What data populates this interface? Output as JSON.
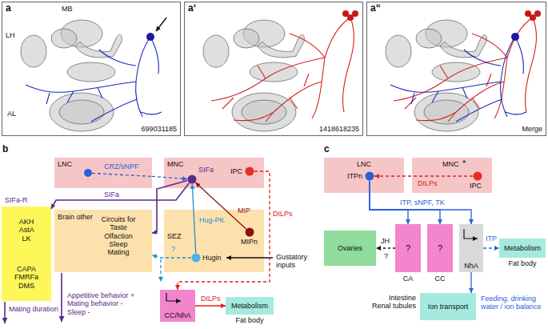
{
  "diagram": {
    "nodes": [
      {
        "text": [
          "a",
          "MB",
          "LH",
          "AL",
          "699031185"
        ]
      },
      {
        "text": [
          "a‘",
          "1418618235"
        ]
      },
      {
        "text": [
          "a“",
          "Merge"
        ]
      },
      {
        "text": [
          "LNC"
        ]
      },
      {
        "text": [
          "MNC"
        ]
      },
      {
        "text": [
          "IPC"
        ],
        "in": 4
      },
      {
        "text": [
          "SIFa"
        ],
        "in": 4
      },
      {
        "text": [
          "SIFa-R",
          "AKH AstA LK",
          "CAPA FMRFa DMS"
        ]
      },
      {
        "text": [
          "Circuits for Taste Olfaction Sleep Mating",
          "Brain other"
        ]
      },
      {
        "text": [
          "SEZ"
        ]
      },
      {
        "text": [
          "MIPn"
        ],
        "in": 9
      },
      {
        "text": [
          "Hugin"
        ],
        "in": 9
      },
      {
        "text": [
          "CC/NhA"
        ]
      },
      {
        "text": [
          "Metabolism",
          "Fat body"
        ]
      },
      {
        "text": [
          "LNC"
        ]
      },
      {
        "text": [
          "ITPn"
        ],
        "in": 14
      },
      {
        "text": [
          "MNC"
        ]
      },
      {
        "text": [
          "IPC"
        ],
        "in": 16
      },
      {
        "text": [
          "Ovaries"
        ]
      },
      {
        "text": [
          "?",
          "CA"
        ]
      },
      {
        "text": [
          "?",
          "CC"
        ]
      },
      {
        "text": [
          "NhA"
        ]
      },
      {
        "text": [
          "Metabolism",
          "Fat body"
        ]
      },
      {
        "text": [
          "Ion transport",
          "Intestine Renal tubules"
        ]
      }
    ],
    "edges": [
      {
        "from": 3,
        "to": 6,
        "arrow": "to",
        "label": "CRZ/sNPF"
      },
      {
        "from": 5,
        "to": 12,
        "arrow": "to",
        "label": "DILPs"
      },
      {
        "from": 10,
        "to": 6,
        "arrow": "to",
        "label": "MIP"
      },
      {
        "from": 11,
        "to": 6,
        "arrow": "to",
        "label": "Hug-PK"
      },
      {
        "from": 6,
        "to": 7,
        "arrow": "to",
        "label": "SIFa"
      },
      {
        "from": 6,
        "to": 8,
        "arrow": "to"
      },
      {
        "from": 11,
        "to": 8,
        "arrow": "to"
      },
      {
        "from": 12,
        "to": 13,
        "arrow": "to",
        "label": "DILPs"
      },
      {
        "from": 17,
        "to": 15,
        "arrow": "to",
        "label": "DILPs"
      },
      {
        "from": 15,
        "to": 19,
        "arrow": "to"
      },
      {
        "from": 15,
        "to": 20,
        "arrow": "to"
      },
      {
        "from": 15,
        "to": 21,
        "arrow": "to"
      },
      {
        "from": 19,
        "to": 18,
        "arrow": "to",
        "label": "JH"
      },
      {
        "from": 21,
        "to": 22,
        "arrow": "to",
        "label": "ITP"
      },
      {
        "from": 21,
        "to": 23,
        "arrow": "to"
      }
    ],
    "labels": [
      "b",
      "c",
      "Mating duration",
      "Appetitive behavior + Mating behavior - Sleep -",
      "?",
      "Gustatory inputs",
      "*",
      "ITP, sNPF, TK",
      "?",
      "Feeding, drinking water / ion balance"
    ]
  }
}
